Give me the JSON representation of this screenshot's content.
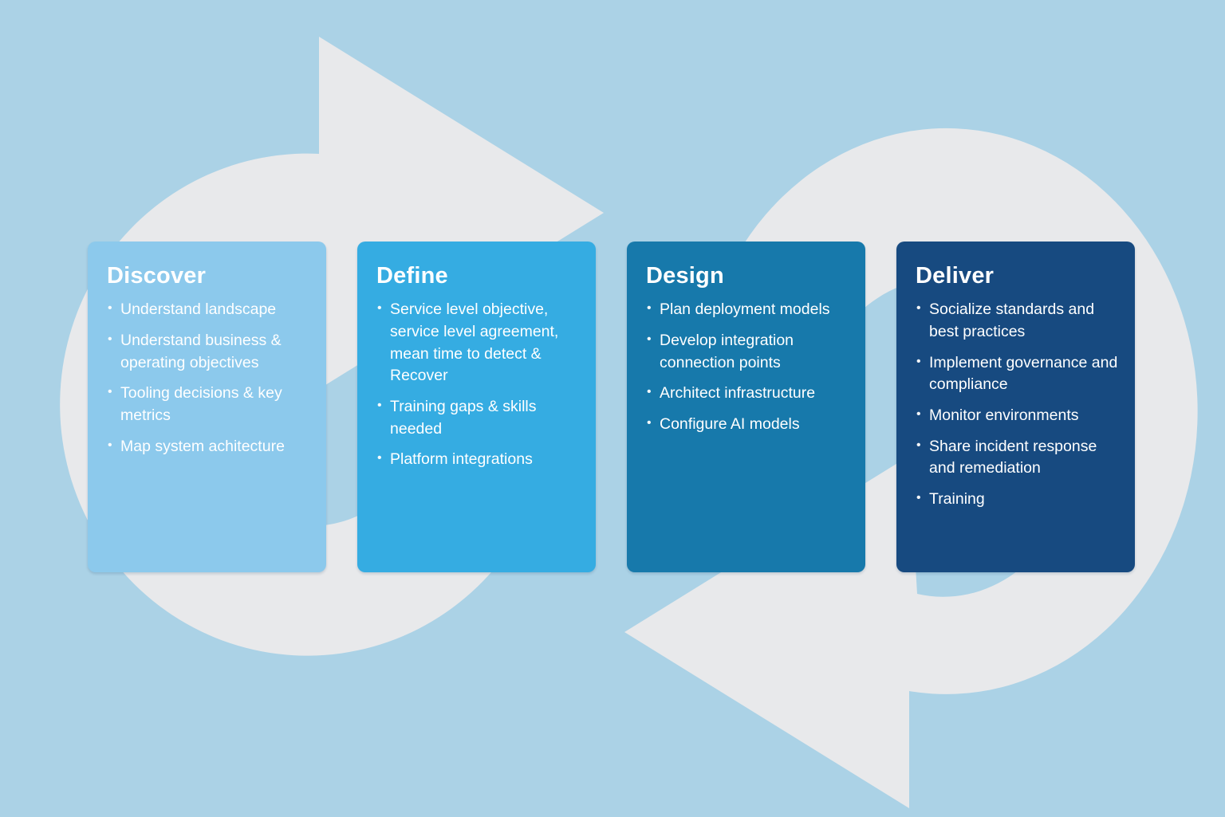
{
  "diagram": {
    "title": "",
    "type": "process-cycle",
    "background_color": "#ABD2E6",
    "arrow_color": "#E8E9EB",
    "flow": "clockwise",
    "phases": [
      {
        "title": "Discover",
        "color": "#8CC9EC",
        "bullets": [
          "Understand landscape",
          "Understand business & operating objectives",
          "Tooling decisions & key metrics",
          "Map system achitecture"
        ]
      },
      {
        "title": "Define",
        "color": "#35ACE2",
        "bullets": [
          "Service level objective, service level agreement, mean time to detect & Recover",
          "Training gaps & skills needed",
          "Platform integrations"
        ]
      },
      {
        "title": "Design",
        "color": "#1779AB",
        "bullets": [
          "Plan deployment models",
          "Develop integration connection points",
          "Architect infrastructure",
          "Configure AI models"
        ]
      },
      {
        "title": "Deliver",
        "color": "#174A80",
        "bullets": [
          "Socialize standards and best practices",
          "Implement governance and compliance",
          "Monitor environments",
          "Share incident response and remediation",
          "Training"
        ]
      }
    ]
  }
}
